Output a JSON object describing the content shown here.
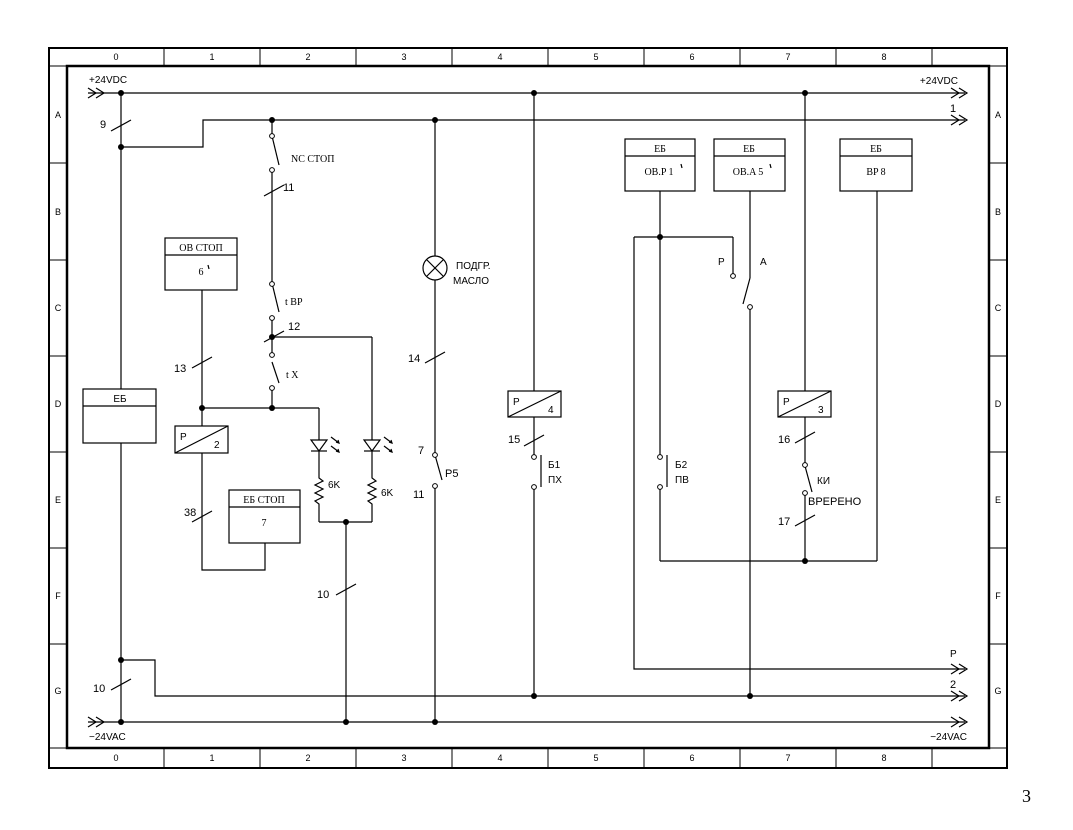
{
  "frame": {
    "columns": [
      "0",
      "1",
      "2",
      "3",
      "4",
      "5",
      "6",
      "7",
      "8"
    ],
    "rows": [
      "A",
      "B",
      "C",
      "D",
      "E",
      "F",
      "G"
    ]
  },
  "rails": {
    "top_left": "+24VDC",
    "top_right": "+24VDC",
    "bottom_left": "−24VAC",
    "bottom_right": "−24VAC",
    "line1": "1",
    "line2": "2",
    "lineP": "P"
  },
  "components": {
    "eb_left": "ЕБ",
    "ob_stop_title": "OB СТОП",
    "ob_stop_num": "6",
    "eb_stop_title": "ЕБ СТОП",
    "eb_stop_num": "7",
    "relay_p2_letter": "P",
    "relay_p2_num": "2",
    "relay_p4_letter": "P",
    "relay_p4_num": "4",
    "relay_p3_letter": "P",
    "relay_p3_num": "3",
    "eb_obp_title": "ЕБ",
    "eb_obp_label": "OB.P 1",
    "eb_oba_title": "ЕБ",
    "eb_oba_label": "OB.A  5",
    "eb_bp8_title": "ЕБ",
    "eb_bp8_label": "BP 8",
    "contact_nc_stop": "NC СТОП",
    "contact_tbp": "t BP",
    "contact_tx": "t X",
    "contact_p5": "P5",
    "contact_b1_a": "Б1",
    "contact_b1_b": "ПХ",
    "contact_b2_a": "Б2",
    "contact_b2_b": "ПВ",
    "contact_ki_a": "КИ",
    "contact_ki_b": "ВРЕРЕНО",
    "switch_p": "P",
    "switch_a": "A",
    "lamp_a": "ПОДГР.",
    "lamp_b": "МАСЛО",
    "res1": "6K",
    "res2": "6K"
  },
  "wires": {
    "w9": "9",
    "w11a": "11",
    "w12": "12",
    "w13": "13",
    "w14": "14",
    "w7": "7",
    "w11b": "11",
    "w15": "15",
    "w16": "16",
    "w17": "17",
    "w38": "38",
    "w10a": "10",
    "w10b": "10"
  },
  "page_number": "3"
}
